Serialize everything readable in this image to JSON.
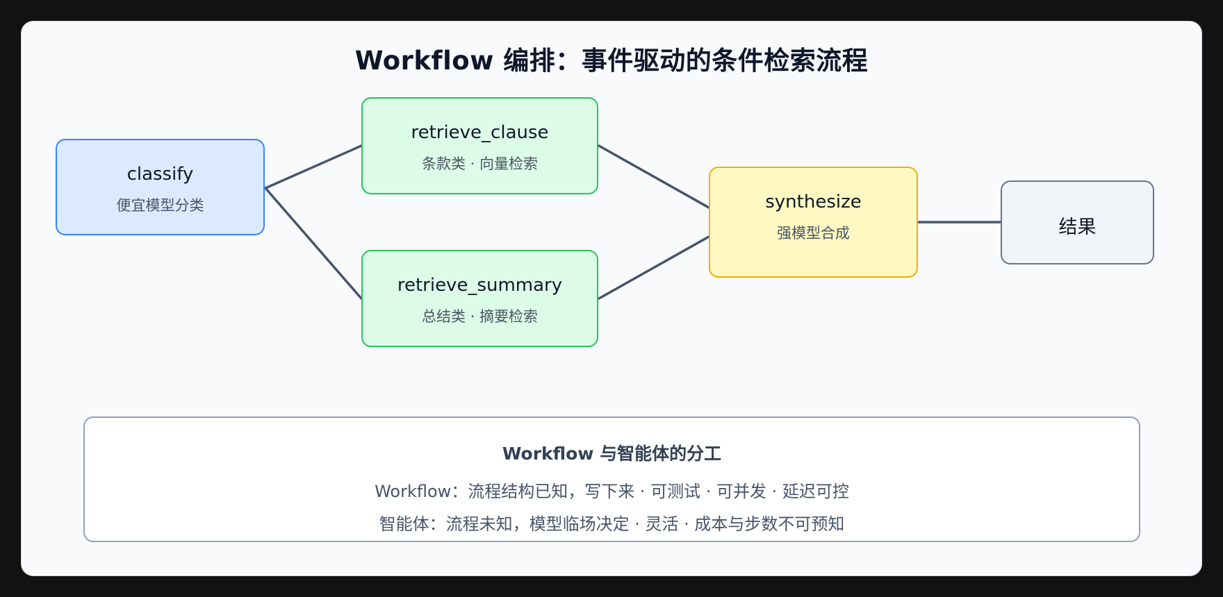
{
  "title": "Workflow 编排：事件驱动的条件检索流程",
  "nodes": {
    "classify": {
      "name": "classify",
      "desc": "便宜模型分类",
      "fill": "#dbeafe",
      "stroke": "#3b82f6"
    },
    "retrieve_clause": {
      "name": "retrieve_clause",
      "desc": "条款类 · 向量检索",
      "fill": "#dcfce7",
      "stroke": "#22c55e"
    },
    "retrieve_summary": {
      "name": "retrieve_summary",
      "desc": "总结类 · 摘要检索",
      "fill": "#dcfce7",
      "stroke": "#22c55e"
    },
    "synthesize": {
      "name": "synthesize",
      "desc": "强模型合成",
      "fill": "#fef9c3",
      "stroke": "#eab308"
    },
    "result": {
      "name": "结果",
      "fill": "#f1f5f9",
      "stroke": "#64748b"
    }
  },
  "edges": [
    {
      "from": "classify",
      "to": "retrieve_clause"
    },
    {
      "from": "classify",
      "to": "retrieve_summary"
    },
    {
      "from": "retrieve_clause",
      "to": "synthesize"
    },
    {
      "from": "retrieve_summary",
      "to": "synthesize"
    },
    {
      "from": "synthesize",
      "to": "result"
    }
  ],
  "edge_color": "#475569",
  "legend": {
    "title": "Workflow 与智能体的分工",
    "lines": [
      "Workflow：流程结构已知，写下来 · 可测试 · 可并发 · 延迟可控",
      "智能体：流程未知，模型临场决定 · 灵活 · 成本与步数不可预知"
    ]
  }
}
